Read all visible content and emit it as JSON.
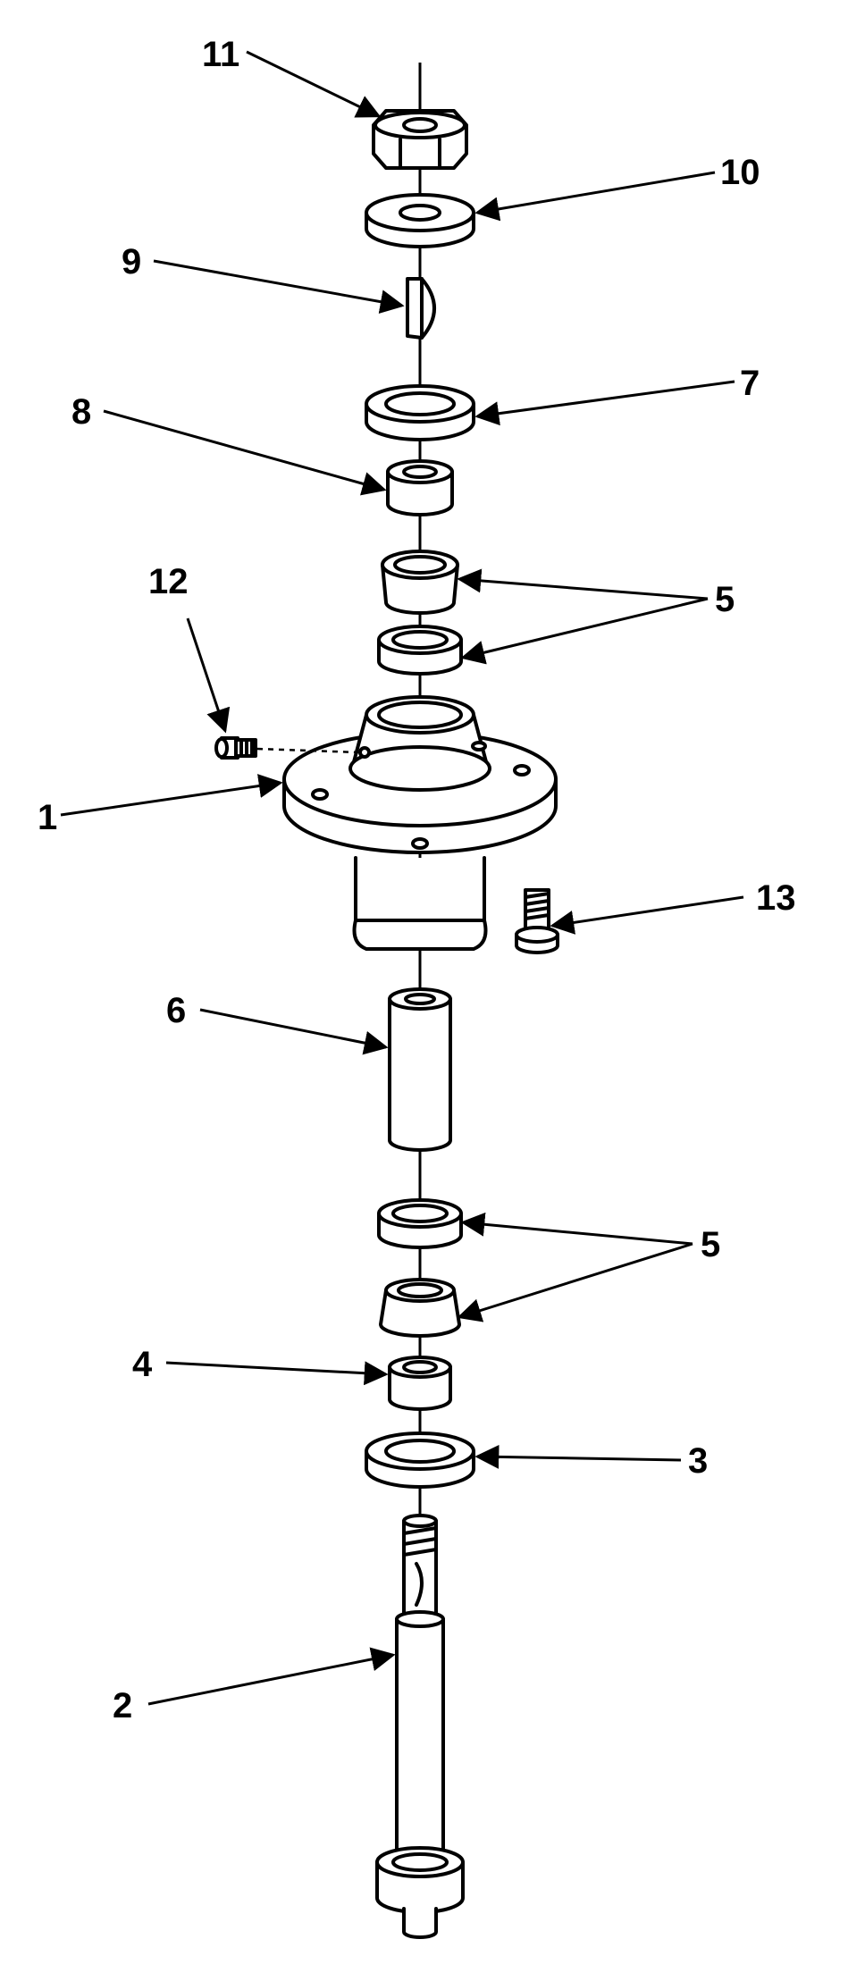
{
  "callouts": [
    {
      "id": "11",
      "text": "11"
    },
    {
      "id": "10",
      "text": "10"
    },
    {
      "id": "9",
      "text": "9"
    },
    {
      "id": "8",
      "text": "8"
    },
    {
      "id": "7",
      "text": "7"
    },
    {
      "id": "12",
      "text": "12"
    },
    {
      "id": "5a",
      "text": "5"
    },
    {
      "id": "1",
      "text": "1"
    },
    {
      "id": "13",
      "text": "13"
    },
    {
      "id": "6",
      "text": "6"
    },
    {
      "id": "5b",
      "text": "5"
    },
    {
      "id": "4",
      "text": "4"
    },
    {
      "id": "3",
      "text": "3"
    },
    {
      "id": "2",
      "text": "2"
    }
  ]
}
